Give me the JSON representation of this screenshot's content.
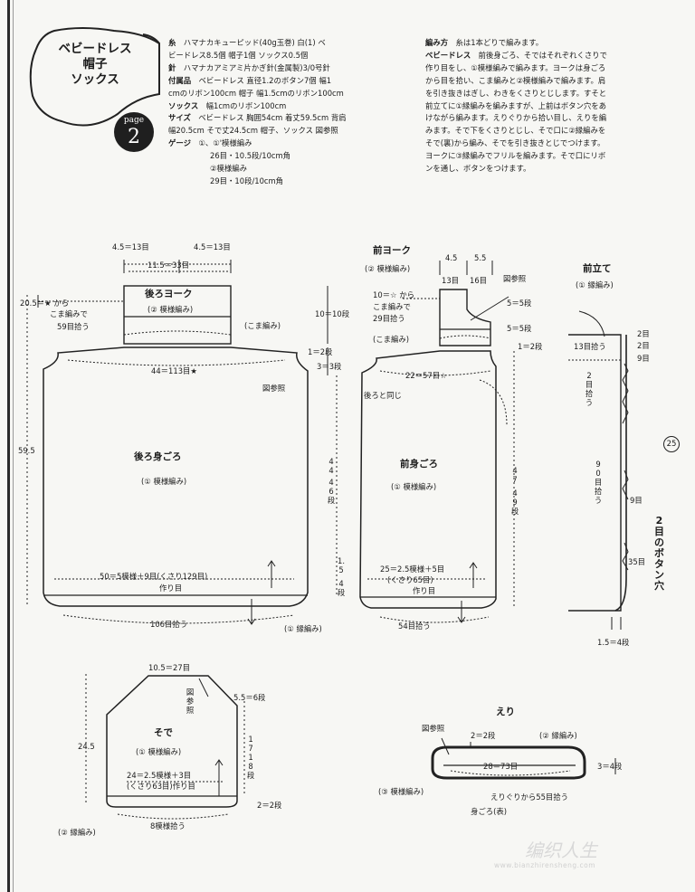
{
  "title": {
    "line1": "ベビードレス",
    "line2": "帽子",
    "line3": "ソックス"
  },
  "badge": {
    "word": "page",
    "num": "2"
  },
  "materials": {
    "yarn_label": "糸",
    "yarn_line1": "ハマナカキューピッド(40g玉巻) 白(1) ベ",
    "yarn_line2": "ビードレス8.5個 帽子1個 ソックス0.5個",
    "needle_label": "針",
    "needle": "ハマナカアミアミ片かぎ針(金属製)3/0号針",
    "notions_label": "付属品",
    "notions_line1": "ベビードレス 直径1.2のボタン7個 幅1",
    "notions_line2": "cmのリボン100cm 帽子 幅1.5cmのリボン100cm",
    "notions_line3_label": "ソックス",
    "notions_line3": "幅1cmのリボン100cm",
    "size_label": "サイズ",
    "size_line1": "ベビードレス 胸囲54cm 着丈59.5cm 背肩",
    "size_line2": "幅20.5cm そで丈24.5cm 帽子、ソックス 図参照",
    "gauge_label": "ゲージ",
    "gauge_line1": "①、①'模様編み",
    "gauge_line2": "26目・10.5段/10cm角",
    "gauge_line3": "②模様編み",
    "gauge_line4": "29目・10段/10cm角"
  },
  "howto": {
    "label": "編み方",
    "intro": "糸は1本どりで編みます。",
    "dress_label": "ベビードレス",
    "line1": "前後身ごろ、そではそれぞれくさりで",
    "line2": "作り目をし、①模様編みで編みます。ヨークは身ごろ",
    "line3": "から目を拾い、こま編みと②模様編みで編みます。肩",
    "line4": "を引き抜きはぎし、わきをくさりとじします。すそと",
    "line5": "前立てに①縁編みを編みますが、上前はボタン穴をあ",
    "line6": "けながら編みます。えりぐりから拾い目し、えりを編",
    "line7": "みます。そで下をくさりとじし、そで口に②縁編みを",
    "line8": "そで(裏)から編み、そでを引き抜きとじでつけます。",
    "line9": "ヨークに③縁編みでフリルを編みます。そで口にリボ",
    "line10": "ンを通し、ボタンをつけます。"
  },
  "back": {
    "top_left": "4.5＝13目",
    "top_right": "4.5＝13目",
    "top_mid": "11.5＝33目",
    "yoke_title": "後ろヨーク",
    "yoke_pattern": "(② 模様編み)",
    "pick1": "20.5＝★ から",
    "pick2": "こま編みで",
    "pick3": "59目拾う",
    "koma": "(こま編み)",
    "width44": "44＝113目★",
    "ref": "図参照",
    "body_title": "後ろ身ごろ",
    "body_pattern": "(① 模様編み)",
    "bottom50": "50＝5模様＋9目(くさり129目)",
    "sakume": "作り目",
    "pick106": "106目拾う",
    "height": "59.5"
  },
  "back_right": {
    "h10": "10＝10段",
    "h1": "1＝2段",
    "h3": "3＝3段"
  },
  "front": {
    "yoke_title": "前ヨーク",
    "yoke_pattern": "(② 模様編み)",
    "w45": "4.5",
    "w55": "5.5",
    "w13": "13目",
    "w16": "16目",
    "ref": "図参照",
    "pick1": "10＝☆ から",
    "pick2": "こま編みで",
    "pick3": "29目拾う",
    "r5a": "5＝5段",
    "r5b": "5＝5段",
    "r1": "1＝2段",
    "koma": "(こま編み)",
    "w22": "22＝57目☆",
    "same": "後ろと同じ",
    "body_title": "前身ごろ",
    "body_pattern": "(① 模様編み)",
    "bottom25a": "25＝2.5模様＋5目",
    "bottom25b": "(くさり65目)",
    "sakume": "作り目",
    "pick54": "54目拾う",
    "edging": "(① 縁編み)",
    "h44": "44",
    "h46": "46段",
    "h15": "1.5",
    "h4": "4段",
    "h47": "47",
    "h49": "49段"
  },
  "placket": {
    "title": "前立て",
    "pattern": "(① 縁編み)",
    "m2a": "2目",
    "m2b": "2目",
    "m9a": "9目",
    "pick13": "13目拾う",
    "pick2": "2目拾う",
    "pick90": "90目拾う",
    "m9b": "9目",
    "button": "2目のボタン穴",
    "m35": "35目",
    "bottom": "1.5＝4段"
  },
  "sleeve": {
    "top": "10.5＝27目",
    "ref": "図参照",
    "r55": "5.5＝6段",
    "title": "そで",
    "pattern": "(① 模様編み)",
    "h17": "17",
    "h18": "18段",
    "h245": "24.5",
    "bottom24a": "24＝2.5模様＋3目",
    "bottom24b": "(くさり63目)作り目",
    "r2": "2＝2段",
    "edging": "(② 縁編み)",
    "pick8": "8模様拾う"
  },
  "collar": {
    "title": "えり",
    "ref": "図参照",
    "r2": "2＝2段",
    "edging": "(② 縁編み)",
    "w28": "28＝73目",
    "r3": "3＝4段",
    "pattern": "(③ 模様編み)",
    "pick55": "えりぐりから55目拾う",
    "body": "身ごろ(表)"
  },
  "page_number": "25",
  "watermark": "编织人生",
  "watermark_url": "www.bianzhirensheng.com"
}
